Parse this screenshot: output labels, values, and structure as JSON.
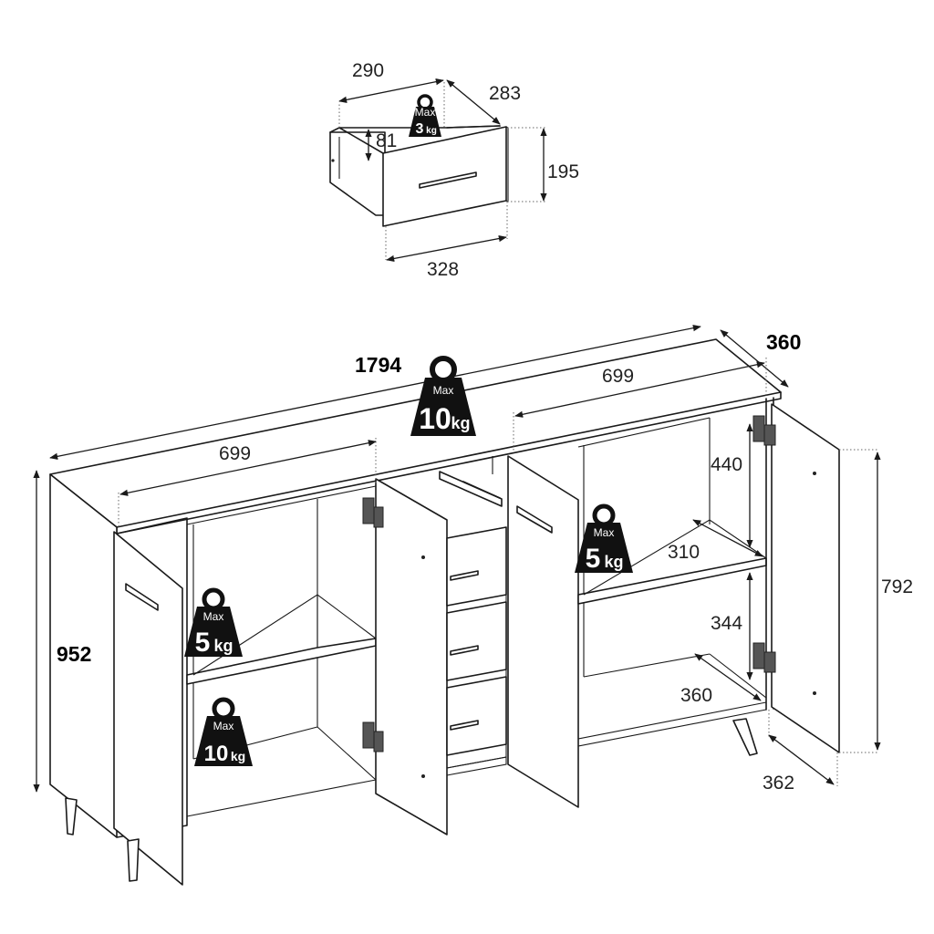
{
  "drawer": {
    "width_label": "290",
    "depth_label": "283",
    "inner_height_label": "81",
    "height_label": "195",
    "front_width_label": "328",
    "load": {
      "max": "Max",
      "value": "3",
      "unit": "kg"
    }
  },
  "cabinet": {
    "total_width_label": "1794",
    "depth_label": "360",
    "height_label": "952",
    "left_compartment_width_label": "699",
    "right_compartment_width_label": "699",
    "upper_compartment_height_label": "440",
    "lower_compartment_height_label": "344",
    "shelf_depth_label": "310",
    "bottom_depth_label": "360",
    "door_width_label": "362",
    "door_height_label": "792",
    "top_load": {
      "max": "Max",
      "value": "10",
      "unit": "kg"
    },
    "left_shelf_load": {
      "max": "Max",
      "value": "5",
      "unit": "kg"
    },
    "left_bottom_load": {
      "max": "Max",
      "value": "10",
      "unit": "kg"
    },
    "right_shelf_load": {
      "max": "Max",
      "value": "5",
      "unit": "kg"
    }
  },
  "colors": {
    "line": "#1a1a1a",
    "weight_icon": "#111111",
    "background": "#ffffff"
  }
}
